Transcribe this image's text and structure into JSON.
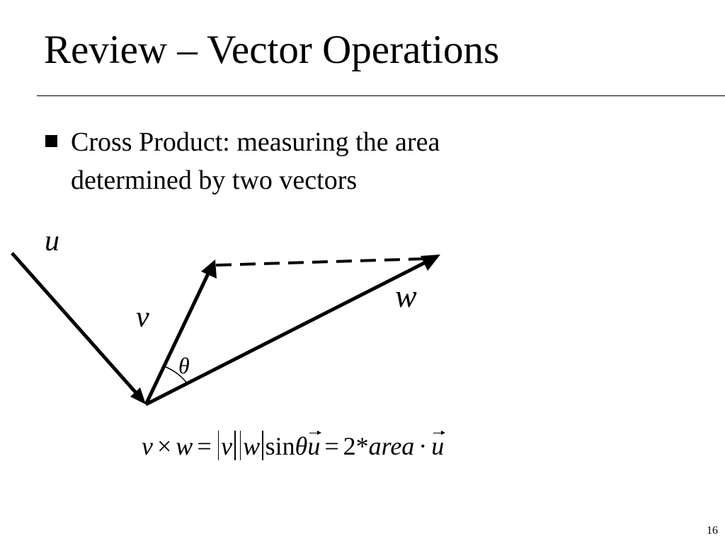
{
  "slide": {
    "title": "Review – Vector Operations",
    "page_number": "16"
  },
  "bullets": [
    {
      "line1": "Cross Product: measuring the area",
      "line2": "determined by two vectors"
    }
  ],
  "diagram": {
    "label_u": "u",
    "label_v": "v",
    "label_w": "w",
    "label_theta": "θ"
  },
  "formula": {
    "v": "v",
    "times": "×",
    "w": "w",
    "eq1": "=",
    "abs_v": "v",
    "abs_w": "w",
    "sin": "sin",
    "theta": "θ",
    "u_vec1": "u",
    "eq2": "=",
    "two_star": "2*",
    "area": "area",
    "dot": "·",
    "u_vec2": "u"
  }
}
